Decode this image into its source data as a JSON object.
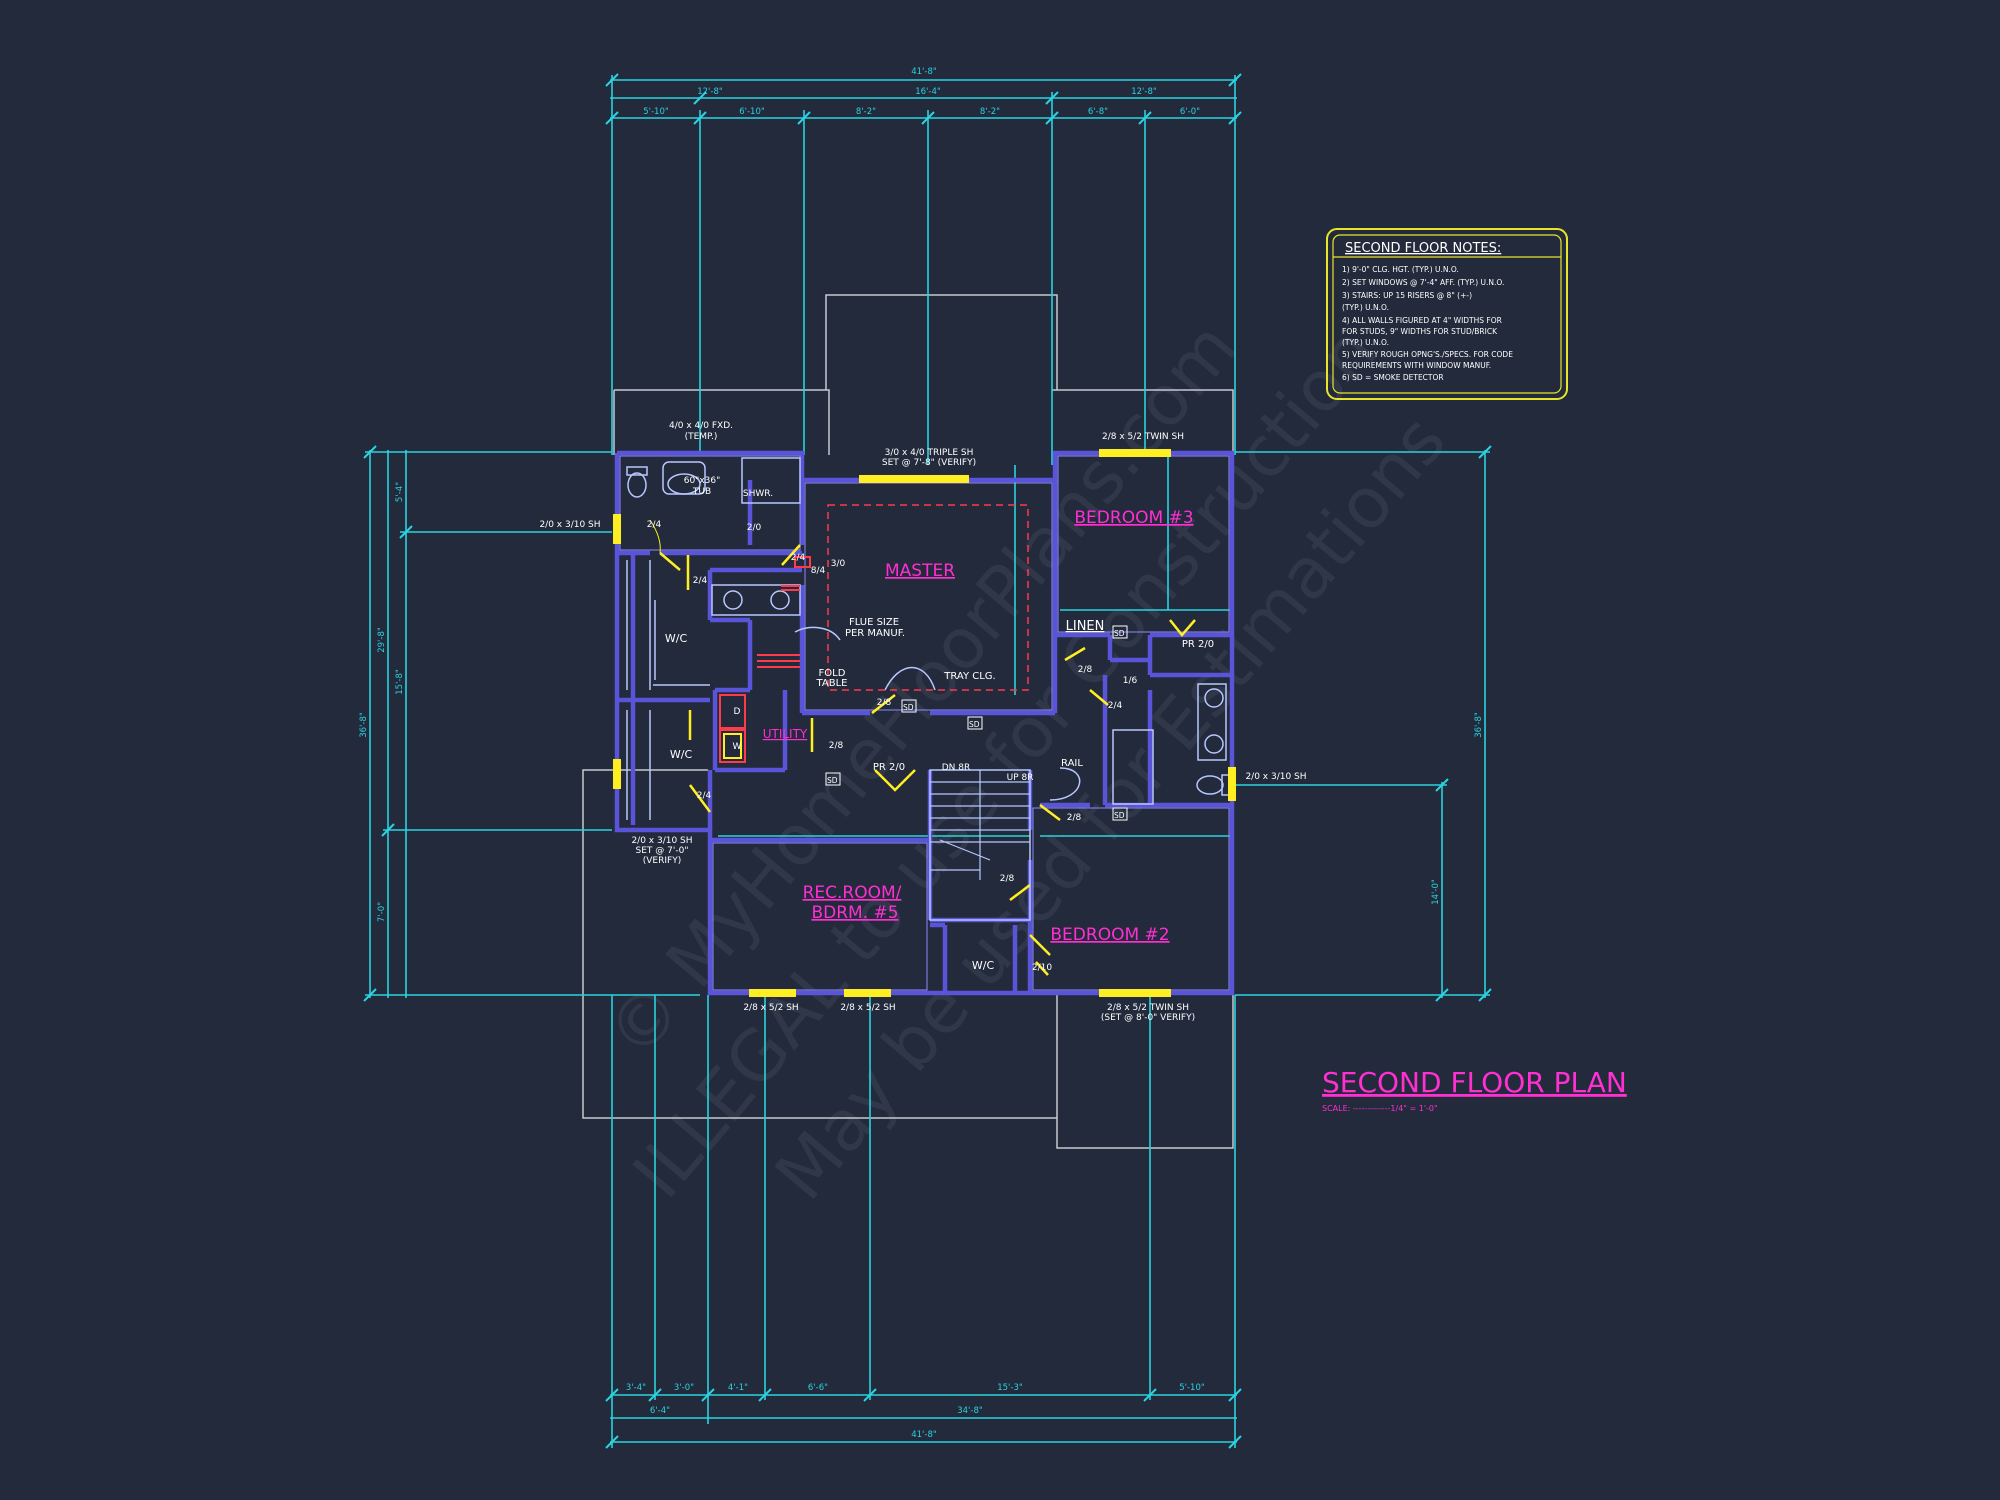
{
  "plan": {
    "title": "SECOND FLOOR PLAN",
    "scale": "SCALE: -------------1/4\" = 1'-0\""
  },
  "notes": {
    "heading": "SECOND FLOOR NOTES:",
    "lines": [
      "1) 9'-0\" CLG. HGT. (TYP.) U.N.O.",
      "2) SET WINDOWS @ 7'-4\" AFF. (TYP.) U.N.O.",
      "3) STAIRS: UP 15 RISERS @ 8\" (+-)",
      "   (TYP.) U.N.O.",
      "4) ALL WALLS FIGURED AT 4\" WIDTHS FOR",
      "   FOR STUDS, 9\" WIDTHS FOR STUD/BRICK",
      "   (TYP.) U.N.O.",
      "5) VERIFY ROUGH OPNG'S./SPECS. FOR CODE",
      "   REQUIREMENTS WITH WINDOW MANUF.",
      "6) SD = SMOKE DETECTOR"
    ]
  },
  "rooms": {
    "master": "MASTER",
    "bedroom3": "BEDROOM #3",
    "bedroom2": "BEDROOM #2",
    "rec1": "REC.ROOM/",
    "rec2": "BDRM. #5",
    "utility": "UTILITY",
    "linen": "LINEN",
    "wic1": "W/C",
    "wic2": "W/C",
    "wic3": "W/C",
    "tub": "60\"x36\"",
    "tub2": "TUB",
    "shwr": "SHWR.",
    "dryer": "D",
    "washer": "W",
    "tray": "TRAY CLG.",
    "flue1": "FLUE SIZE",
    "flue2": "PER MANUF.",
    "fold1": "FOLD",
    "fold2": "TABLE",
    "rail": "RAIL",
    "dn": "DN 8R",
    "up": "UP 8R",
    "pr_hall": "PR 2/0",
    "pr_bed3": "PR 2/0",
    "sd": "SD"
  },
  "windows": {
    "w_top_left_1": "4/0 x 4/0 FXD.",
    "w_top_left_2": "(TEMP.)",
    "w_master_1": "3/0 x 4/0 TRIPLE SH",
    "w_master_2": "SET @ 7'-8\" (VERIFY)",
    "w_bed3": "2/8 x 5/2 TWIN SH",
    "w_left_bath": "2/0 x 3/10 SH",
    "w_right_bath": "2/0 x 3/10 SH",
    "w_left_lower_1": "2/0 x 3/10 SH",
    "w_left_lower_2": "SET @ 7'-0\"",
    "w_left_lower_3": "(VERIFY)",
    "w_rec_1": "2/8 x 5/2 SH",
    "w_rec_2": "2/8 x 5/2 SH",
    "w_bed2_1": "2/8 x 5/2 TWIN SH",
    "w_bed2_2": "(SET @ 8'-0\" VERIFY)"
  },
  "doors": {
    "d1": "2/4",
    "d2": "2/4",
    "d3": "2/4",
    "d4": "2/4",
    "d5": "2/8",
    "d6": "2/8",
    "d7": "2/8",
    "d8": "2/4",
    "d9": "2/8",
    "d10": "2/8",
    "d11": "2/10",
    "d12": "2/0",
    "d13": "3/0",
    "d14": "8/4",
    "d15": "1/6"
  },
  "dims": {
    "overall_top": "41'-8\"",
    "top_a": "12'-8\"",
    "top_b": "16'-4\"",
    "top_c": "12'-8\"",
    "top_1": "5'-10\"",
    "top_2": "6'-10\"",
    "top_3": "8'-2\"",
    "top_4": "8'-2\"",
    "top_5": "6'-8\"",
    "top_6": "6'-0\"",
    "bot_1": "3'-4\"",
    "bot_2": "3'-0\"",
    "bot_3": "4'-1\"",
    "bot_4": "6'-6\"",
    "bot_5": "15'-3\"",
    "bot_6": "5'-10\"",
    "bot_a": "6'-4\"",
    "bot_b": "34'-8\"",
    "overall_bot": "41'-8\"",
    "left_overall": "36'-8\"",
    "left_a": "29'-8\"",
    "left_b": "7'-0\"",
    "left_1": "5'-4\"",
    "left_2": "15'-8\"",
    "right_overall": "36'-8\"",
    "right_a": "14'-0\""
  },
  "watermark": {
    "line1": "© MyHomeFloorPlans.com",
    "line2": "ILLEGAL to use for Construction",
    "line3": "May be used for Estimations"
  },
  "colors": {
    "background": "#222a3b",
    "dimension": "#2ad3e0",
    "wall": "#5a54d8",
    "room_label": "#ff2fd2",
    "door": "#ffee22",
    "note_border": "#e8e52a",
    "outline": "#c8c8d0",
    "tray": "#ff3a4a"
  }
}
